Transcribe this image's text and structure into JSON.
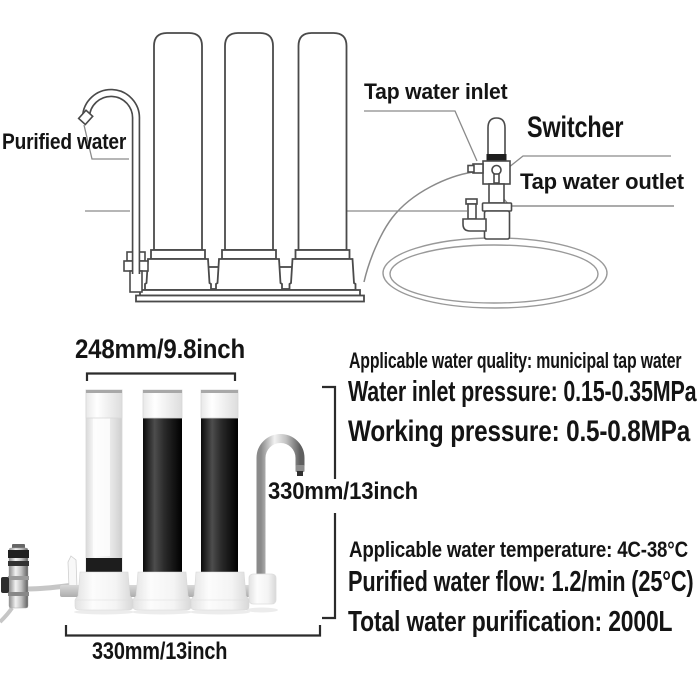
{
  "product_diagram": {
    "labels": {
      "purified_water": "Purified water",
      "tap_water_inlet": "Tap water inlet",
      "switcher": "Switcher",
      "tap_water_outlet": "Tap water outlet"
    }
  },
  "dimensions": {
    "top_width": "248mm/9.8inch",
    "height": "330mm/13inch",
    "bottom_width": "330mm/13inch"
  },
  "specifications": {
    "water_quality": "Applicable water quality: municipal tap water",
    "inlet_pressure": "Water inlet pressure: 0.15-0.35MPa",
    "working_pressure": "Working pressure: 0.5-0.8MPa",
    "water_temperature": "Applicable water temperature: 4C-38°C",
    "purified_flow": "Purified water flow: 1.2/min (25°C)",
    "total_purification": "Total water purification: 2000L"
  },
  "colors": {
    "background": "#ffffff",
    "text": "#141414",
    "line_art": "#4a4a4a",
    "cartridge_black": "#1b1b1b",
    "chrome_highlight": "#f2f2f2"
  }
}
